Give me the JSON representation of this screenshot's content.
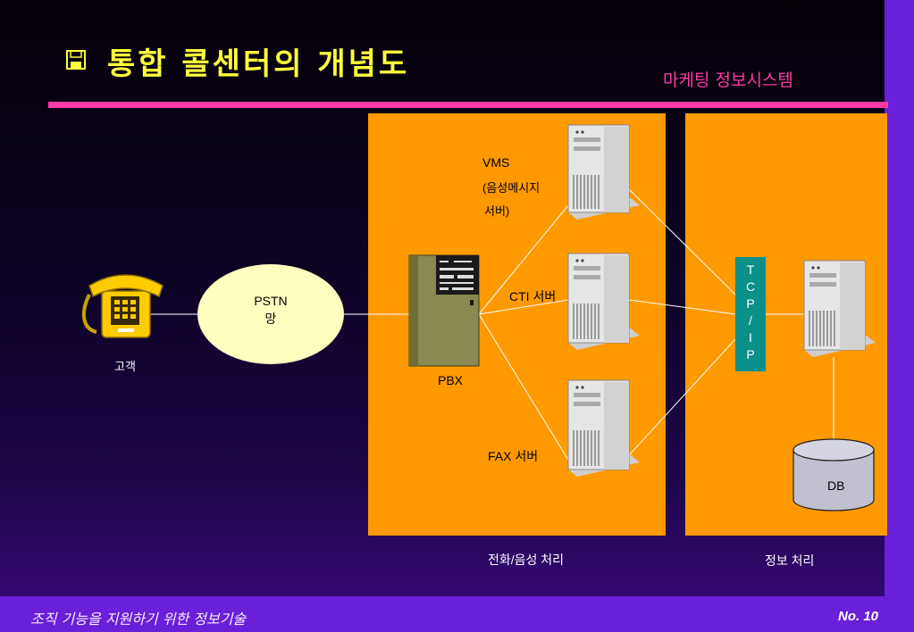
{
  "header": {
    "title": "통합 콜센터의 개념도",
    "subtitle": "마케팅 정보시스템"
  },
  "diagram": {
    "customer_label": "고객",
    "pstn_line1": "PSTN",
    "pstn_line2": "망",
    "pbx_label": "PBX",
    "vms_line1": "VMS",
    "vms_line2": "(음성메시지",
    "vms_line3": "서버)",
    "cti_label": "CTI 서버",
    "fax_label": "FAX 서버",
    "tcp_letters": [
      "T",
      "C",
      "P",
      "/",
      "I",
      "P"
    ],
    "db_label": "DB",
    "panel_left_caption": "전화/음성 처리",
    "panel_right_caption": "정보 처리"
  },
  "footer": {
    "text": "조직 기능을 지원하기 위한 정보기술",
    "page_number": "No. 10"
  },
  "colors": {
    "title": "#ffff3c",
    "accent_pink": "#ff3aa8",
    "panel_orange": "#ff9900",
    "footer_purple": "#6a1fd8",
    "tcp_teal": "#0b8f8a"
  }
}
